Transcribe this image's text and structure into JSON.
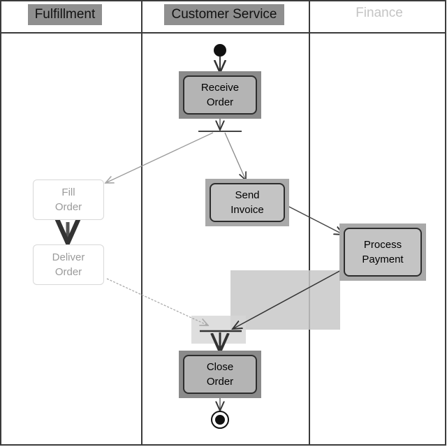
{
  "lanes": [
    {
      "title": "Fulfillment"
    },
    {
      "title": "Customer Service"
    },
    {
      "title": "Finance"
    }
  ],
  "nodes": {
    "receive_order": "Receive\nOrder",
    "send_invoice": "Send\nInvoice",
    "fill_order": "Fill\nOrder",
    "deliver_order": "Deliver\nOrder",
    "process_payment": "Process\nPayment",
    "close_order": "Close\nOrder"
  },
  "colors": {
    "lane_title_highlight": "#8f8f8f",
    "node_dark": "#b4b4b4",
    "node_mid": "#c4c4c4",
    "overlay": "#c8c8c8",
    "line": "#2d2d2d"
  }
}
